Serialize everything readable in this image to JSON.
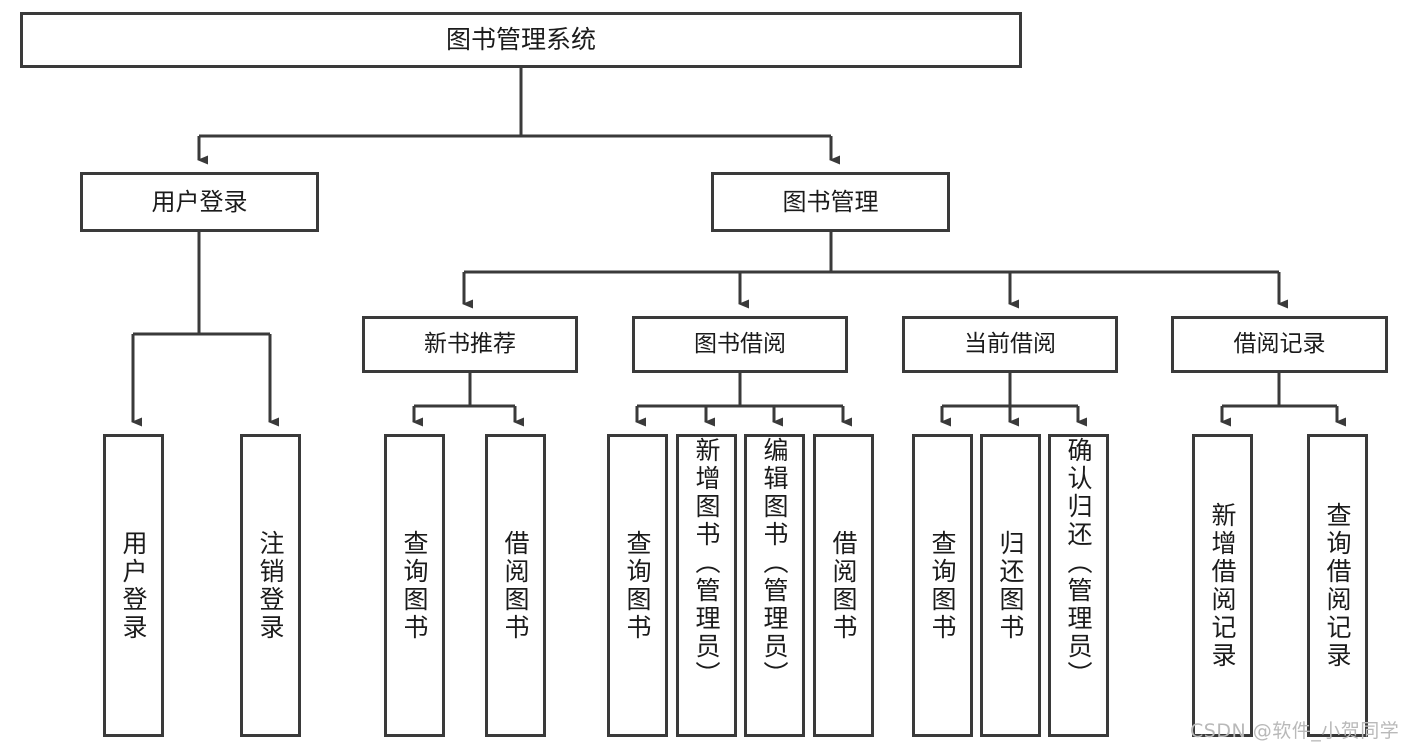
{
  "diagram": {
    "title": "图书管理系统",
    "root": {
      "id": "root",
      "label": "图书管理系统"
    },
    "level1": [
      {
        "id": "user-login",
        "label": "用户登录"
      },
      {
        "id": "book-manage",
        "label": "图书管理"
      }
    ],
    "level2": [
      {
        "id": "new-book-recommend",
        "label": "新书推荐",
        "parent": "book-manage"
      },
      {
        "id": "book-borrow",
        "label": "图书借阅",
        "parent": "book-manage"
      },
      {
        "id": "current-borrow",
        "label": "当前借阅",
        "parent": "book-manage"
      },
      {
        "id": "borrow-record",
        "label": "借阅记录",
        "parent": "book-manage"
      }
    ],
    "leaves": [
      {
        "id": "leaf-user-login",
        "label": "用户登录",
        "parent": "user-login",
        "align": "centered"
      },
      {
        "id": "leaf-logout-login",
        "label": "注销登录",
        "parent": "user-login",
        "align": "centered"
      },
      {
        "id": "leaf-query-book-1",
        "label": "查询图书",
        "parent": "new-book-recommend",
        "align": "centered"
      },
      {
        "id": "leaf-borrow-book-1",
        "label": "借阅图书",
        "parent": "new-book-recommend",
        "align": "centered"
      },
      {
        "id": "leaf-query-book-2",
        "label": "查询图书",
        "parent": "book-borrow",
        "align": "centered"
      },
      {
        "id": "leaf-add-book",
        "label": "新增图书（管理员）",
        "parent": "book-borrow",
        "align": "topal"
      },
      {
        "id": "leaf-edit-book",
        "label": "编辑图书（管理员）",
        "parent": "book-borrow",
        "align": "topal"
      },
      {
        "id": "leaf-borrow-book-2",
        "label": "借阅图书",
        "parent": "book-borrow",
        "align": "centered"
      },
      {
        "id": "leaf-query-book-3",
        "label": "查询图书",
        "parent": "current-borrow",
        "align": "centered"
      },
      {
        "id": "leaf-return-book",
        "label": "归还图书",
        "parent": "current-borrow",
        "align": "centered"
      },
      {
        "id": "leaf-confirm-return",
        "label": "确认归还（管理员）",
        "parent": "current-borrow",
        "align": "topal"
      },
      {
        "id": "leaf-add-record",
        "label": "新增借阅记录",
        "parent": "borrow-record",
        "align": "centered"
      },
      {
        "id": "leaf-query-record",
        "label": "查询借阅记录",
        "parent": "borrow-record",
        "align": "centered"
      }
    ]
  },
  "watermark": {
    "text": "CSDN @软件_小贺同学"
  },
  "colors": {
    "stroke": "#3a3a3a",
    "fill": "#ffffff",
    "text": "#1b1b1b",
    "watermark": "#b9b9b9"
  }
}
